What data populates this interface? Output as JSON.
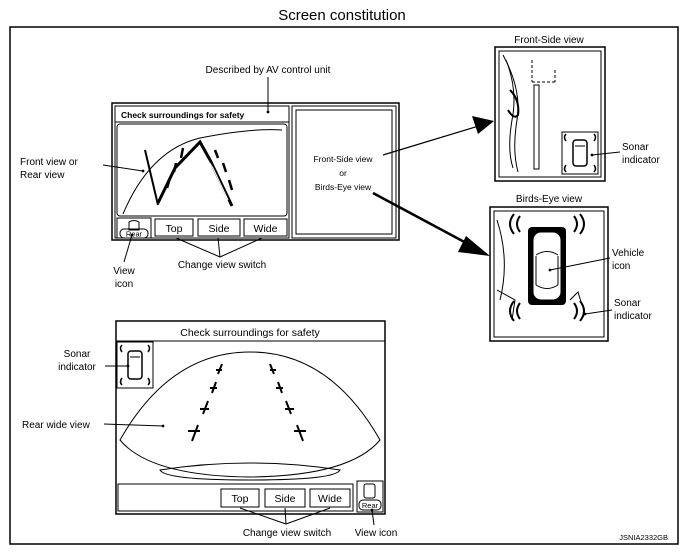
{
  "title": "Screen constitution",
  "figure_code": "JSNIA2332GB",
  "top_display": {
    "banner": "Check surroundings for safety",
    "buttons": [
      "Top",
      "Side",
      "Wide"
    ],
    "view_icon_label": "Rear",
    "right_pane_lines": [
      "Front-Side view",
      "or",
      "Birds-Eye view"
    ]
  },
  "bottom_display": {
    "banner": "Check surroundings for safety",
    "buttons": [
      "Top",
      "Side",
      "Wide"
    ],
    "view_icon_label": "Rear"
  },
  "panels": {
    "front_side_title": "Front-Side view",
    "birds_eye_title": "Birds-Eye view"
  },
  "callouts": {
    "described_by": "Described by AV control unit",
    "front_view_l1": "Front view or",
    "front_view_l2": "Rear view",
    "view_icon_l1": "View",
    "view_icon_l2": "icon",
    "change_view_top": "Change view switch",
    "sonar_fs_l1": "Sonar",
    "sonar_fs_l2": "indicator",
    "vehicle_l1": "Vehicle",
    "vehicle_l2": "icon",
    "sonar_be_l1": "Sonar",
    "sonar_be_l2": "indicator",
    "sonar_bottom_l1": "Sonar",
    "sonar_bottom_l2": "indicator",
    "rear_wide": "Rear wide view",
    "change_view_bottom": "Change view switch",
    "view_icon_bottom": "View icon"
  }
}
